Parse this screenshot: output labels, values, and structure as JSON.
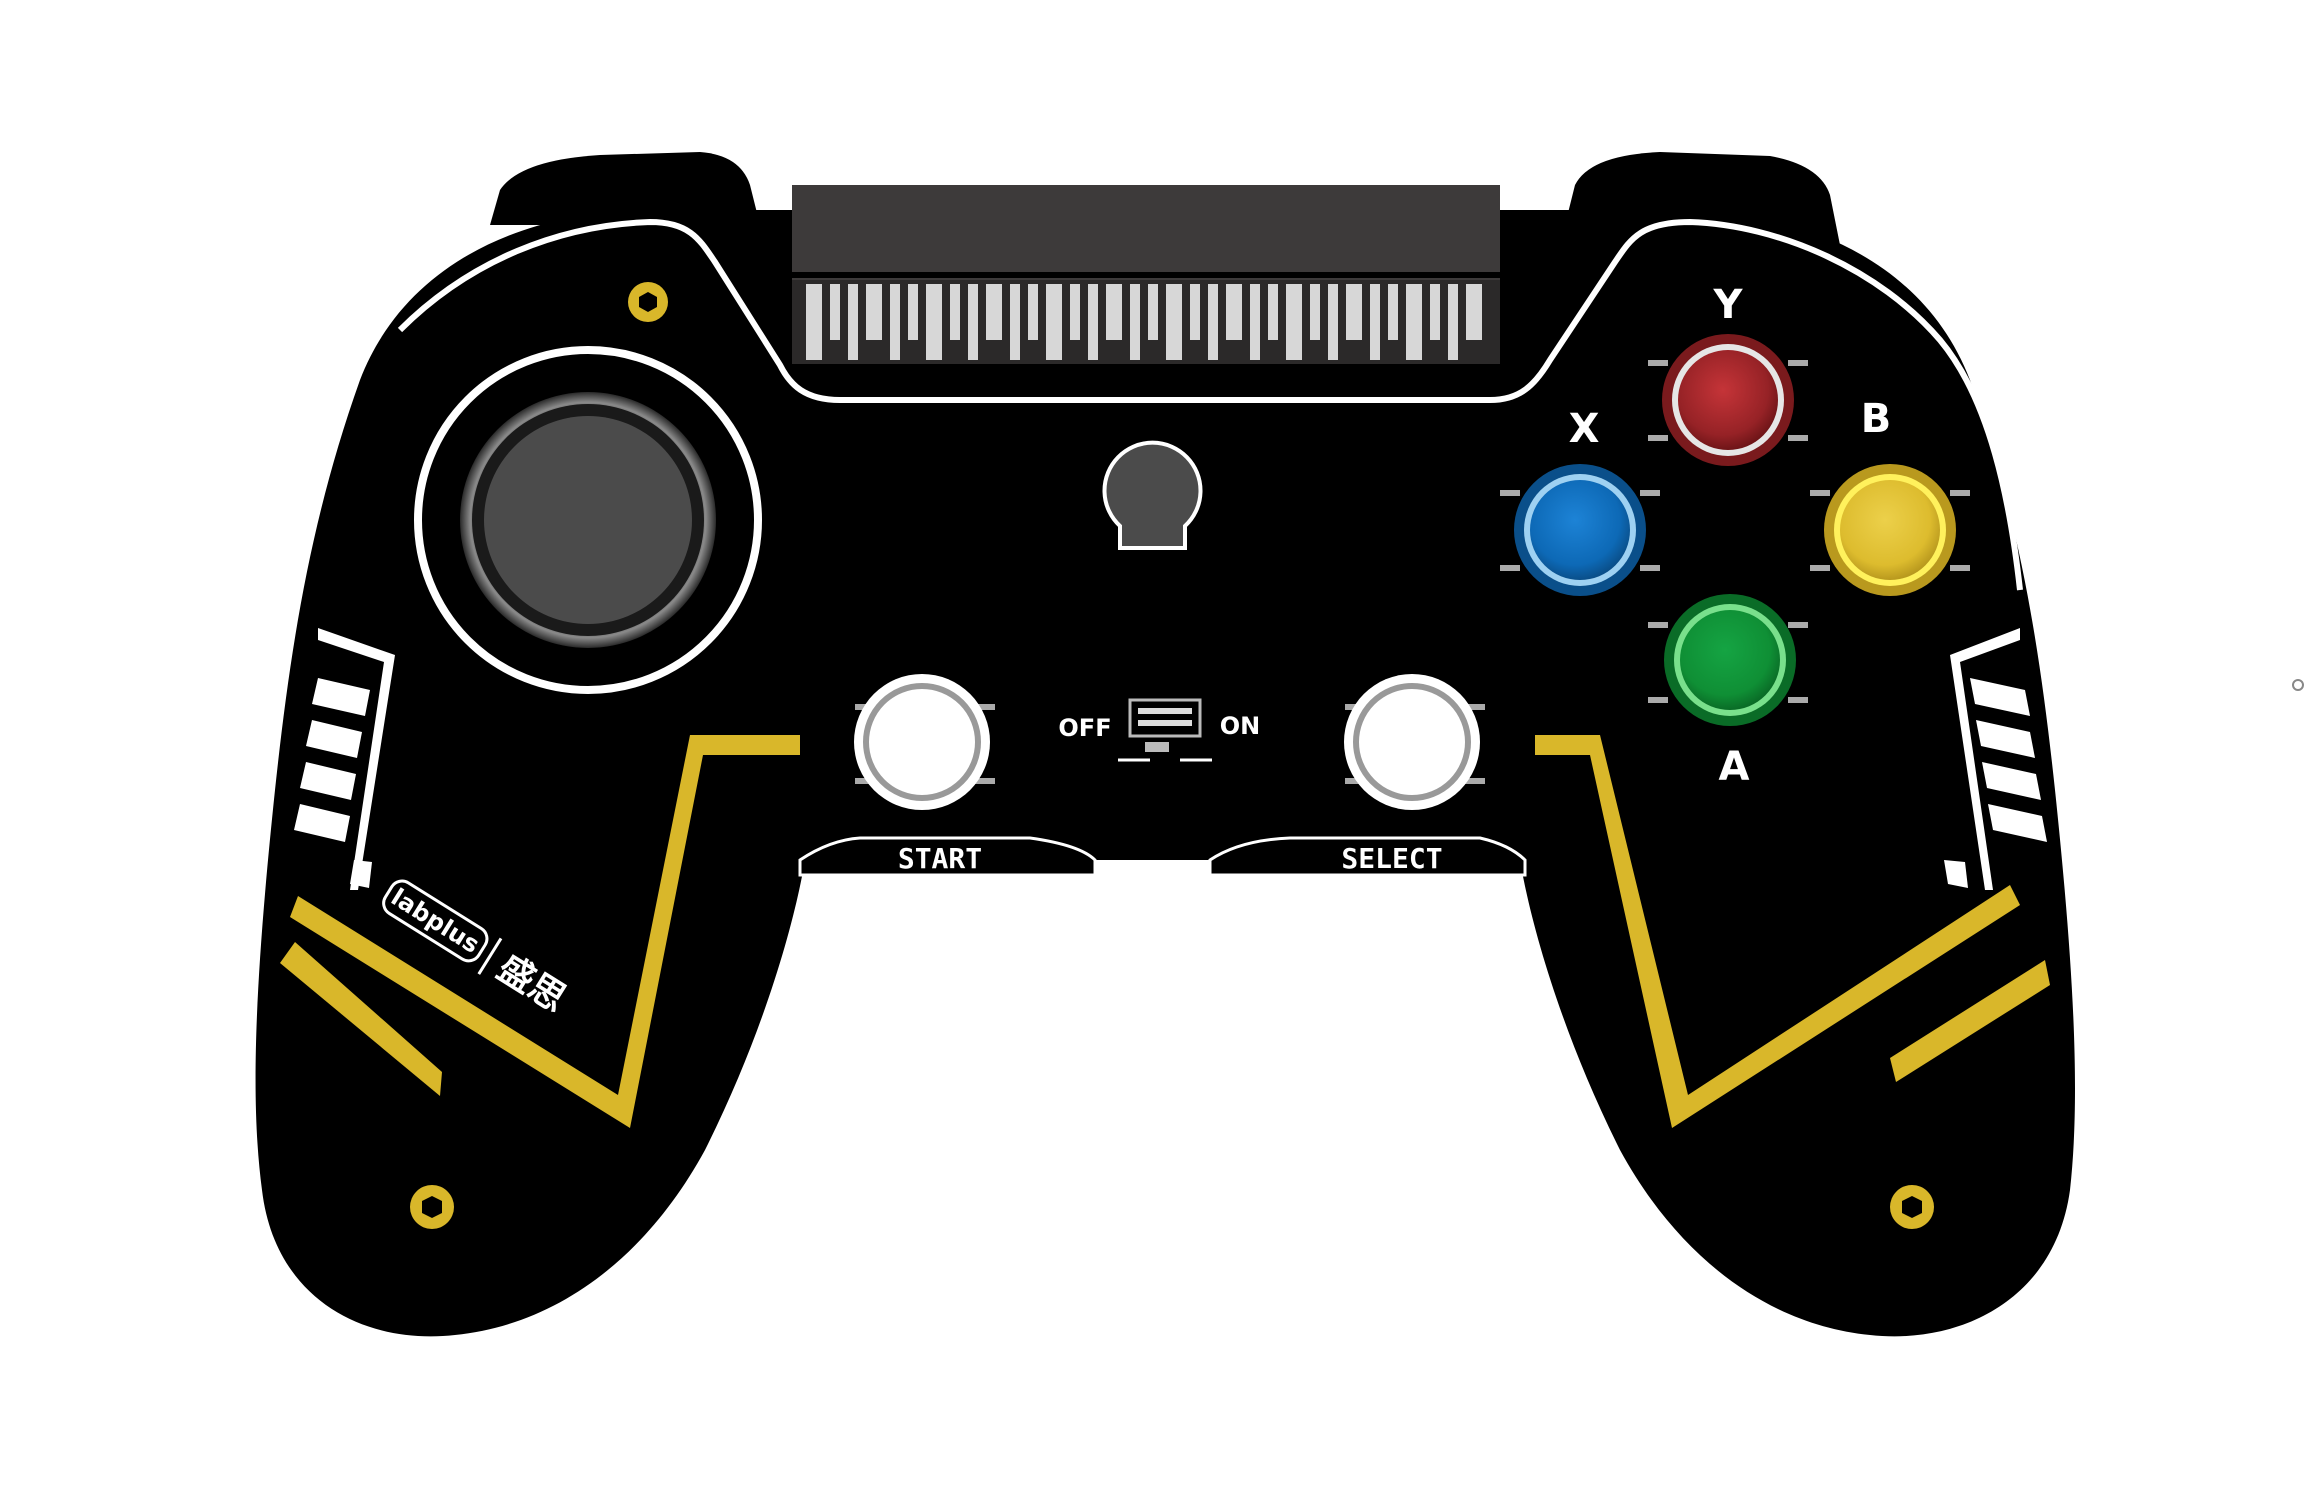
{
  "device": {
    "brand_logo": "labplus",
    "brand_logo_cn": "盛思"
  },
  "face_buttons": {
    "y": {
      "label": "Y",
      "color": "#9b2226"
    },
    "x": {
      "label": "X",
      "color": "#0f6fbf"
    },
    "b": {
      "label": "B",
      "color": "#e3c12f"
    },
    "a": {
      "label": "A",
      "color": "#109236"
    }
  },
  "system_buttons": {
    "start": {
      "label": "START"
    },
    "select": {
      "label": "SELECT"
    }
  },
  "power_switch": {
    "off_label": "OFF",
    "on_label": "ON"
  },
  "colors": {
    "body": "#000000",
    "accent": "#d9b72a",
    "connector": "#3d3a3a",
    "stick": "#4b4b4b",
    "outline": "#ffffff"
  }
}
